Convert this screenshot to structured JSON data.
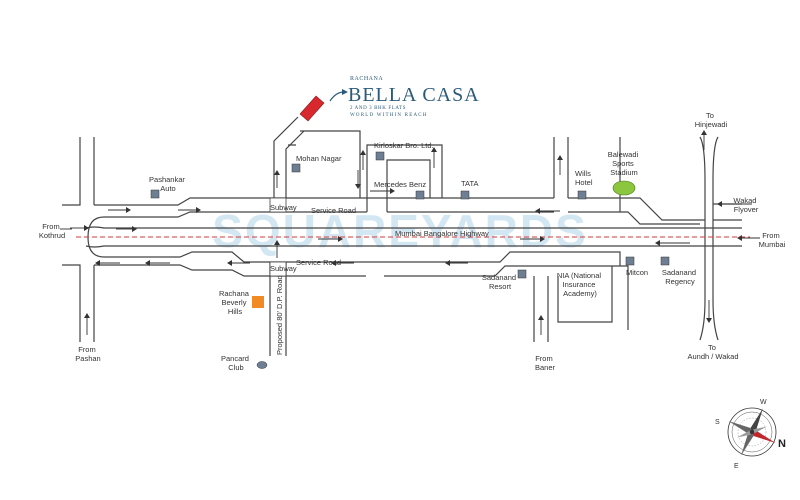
{
  "brand": {
    "small": "RACHANA",
    "name": "BELLA CASA",
    "line1": "2 AND 3 BHK FLATS",
    "line2": "WORLD WITHIN REACH"
  },
  "watermark": "SQUAREYARDS",
  "roads": {
    "highway": "Mumbai Bangalore Highway",
    "service_top": "Service Road",
    "service_bottom": "Service Road",
    "subway_top": "Subway",
    "subway_bottom": "Subway",
    "dp_road": "Proposed 80' D.P. Road"
  },
  "directions": {
    "from_kothrud": [
      "From",
      "Kothrud"
    ],
    "from_pashan": [
      "From",
      "Pashan"
    ],
    "from_baner": [
      "From",
      "Baner"
    ],
    "from_mumbai": [
      "From",
      "Mumbai"
    ],
    "to_hinjewadi": [
      "To",
      "Hinjewadi"
    ],
    "to_aundh": [
      "To",
      "Aundh / Wakad"
    ],
    "wakad_flyover": [
      "Wakad",
      "Flyover"
    ]
  },
  "landmarks": {
    "pashankar": [
      "Pashankar",
      "Auto"
    ],
    "mohan_nagar": "Mohan Nagar",
    "kirloskar": "Kirloskar Bro. Ltd.",
    "mercedes": "Mercedes Benz",
    "tata": "TATA",
    "wills": [
      "Wills",
      "Hotel"
    ],
    "balewadi": [
      "Balewadi",
      "Sports",
      "Stadium"
    ],
    "sadanand_resort": [
      "Sadanand",
      "Resort"
    ],
    "nia": [
      "NIA  (National",
      "Insurance",
      "Academy)"
    ],
    "mitcon": "Mitcon",
    "sadanand_regency": [
      "Sadanand",
      "Regency"
    ],
    "rachana_beverly": [
      "Rachana",
      "Beverly",
      "Hills"
    ],
    "pancard": [
      "Pancard",
      "Club"
    ]
  },
  "compass": {
    "n": "N",
    "s": "S",
    "e": "E",
    "w": "W"
  },
  "colors": {
    "project_marker": "#d8282e",
    "beverly_marker": "#f28a24",
    "stadium": "#8cc63f",
    "landmark_square": "#6f7f93",
    "highway_line": "#d23c3c",
    "watermark": "#d3e7f3"
  }
}
